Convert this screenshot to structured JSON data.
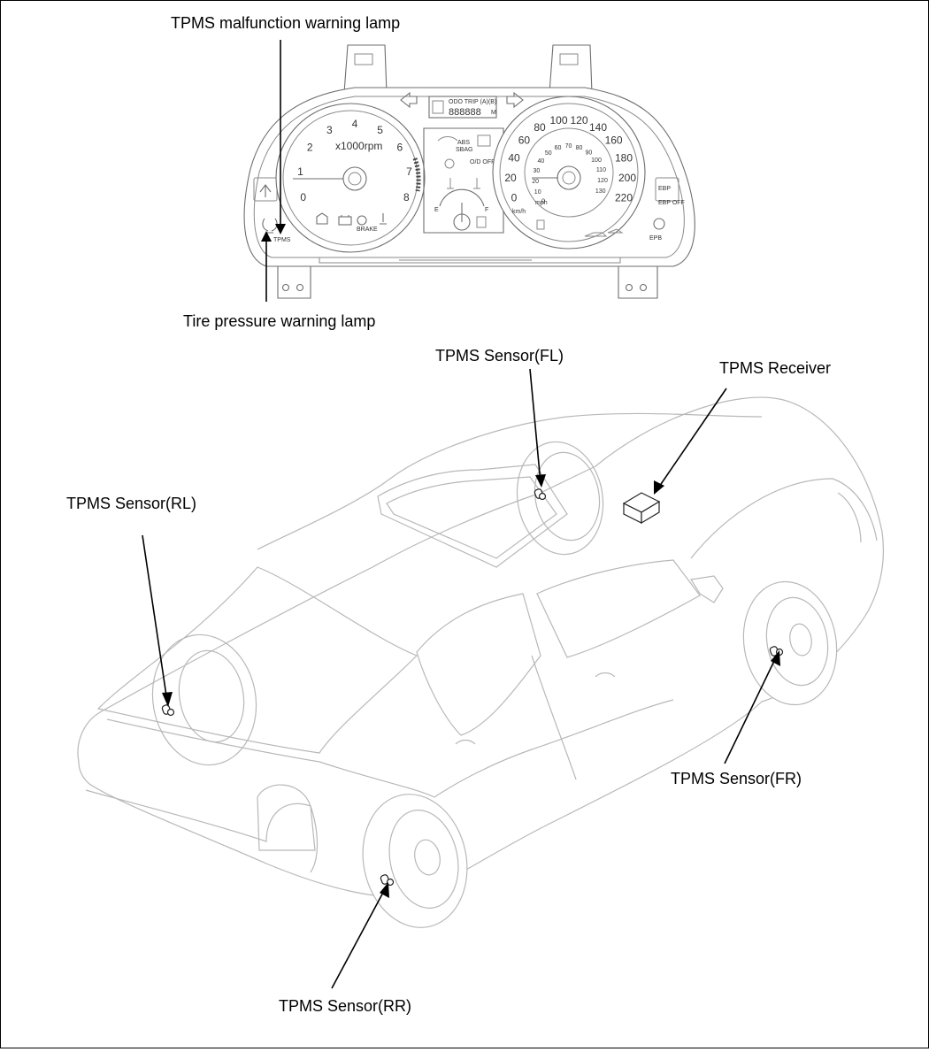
{
  "labels": {
    "malfunction_lamp": "TPMS malfunction warning lamp",
    "tire_pressure_lamp": "Tire pressure warning lamp",
    "sensor_fl": "TPMS Sensor(FL)",
    "receiver": "TPMS Receiver",
    "sensor_rl": "TPMS Sensor(RL)",
    "sensor_fr": "TPMS Sensor(FR)",
    "sensor_rr": "TPMS Sensor(RR)"
  },
  "cluster": {
    "tach_numbers": [
      "0",
      "1",
      "2",
      "3",
      "4",
      "5",
      "6",
      "7",
      "8"
    ],
    "tach_unit": "x1000rpm",
    "speed_numbers": [
      "0",
      "20",
      "40",
      "60",
      "80",
      "100",
      "120",
      "140",
      "160",
      "180",
      "200",
      "220"
    ],
    "speed_inner_numbers": [
      "0",
      "10",
      "20",
      "30",
      "40",
      "50",
      "60",
      "70",
      "80",
      "90",
      "100",
      "110",
      "120",
      "130"
    ],
    "speed_unit": "km/h",
    "speed_unit_inner": "mph",
    "lcd_text": "ODO TRIP (A)(B)",
    "lcd_digits": "888888",
    "lcd_unit": "M",
    "tpms_text": "TPMS",
    "brake_text": "BRAKE",
    "abs_text": "ABS",
    "sbag_text": "SBAG",
    "ebp_text": "EBP",
    "ebp_off_text": "EBP OFF",
    "epb_text": "EPB",
    "od_off_text": "O/D OFF",
    "fuel_e": "E",
    "fuel_f": "F"
  }
}
